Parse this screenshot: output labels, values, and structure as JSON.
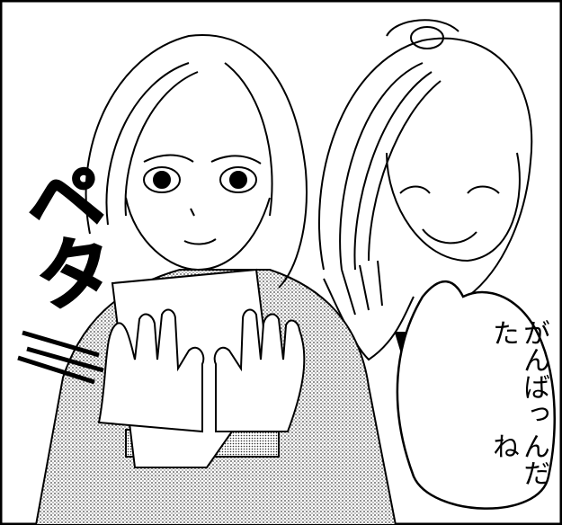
{
  "sfx": "ペタ",
  "speech_lines": [
    "がんばった",
    "んだね"
  ]
}
